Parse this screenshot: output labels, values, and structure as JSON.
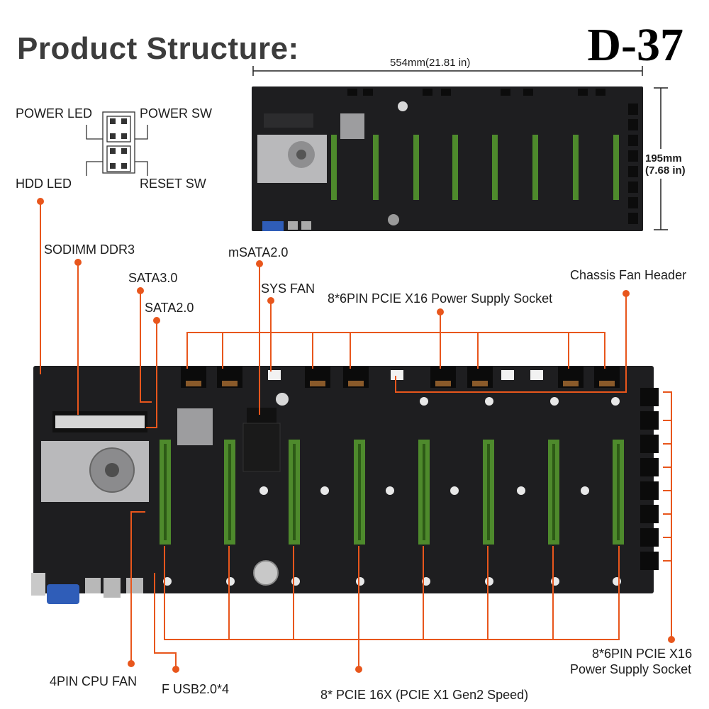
{
  "header": {
    "title": "Product Structure:",
    "model": "D-37"
  },
  "dimensions": {
    "width": "554mm(21.81 in)",
    "height_mm": "195mm",
    "height_in": "(7.68 in)"
  },
  "front_panel": {
    "power_led": "POWER LED",
    "power_sw": "POWER SW",
    "hdd_led": "HDD  LED",
    "reset_sw": "RESET SW"
  },
  "labels": {
    "sodimm": "SODIMM DDR3",
    "sata3": "SATA3.0",
    "sata2": "SATA2.0",
    "msata": "mSATA2.0",
    "sys_fan": "SYS FAN",
    "pcie_power_top": "8*6PIN PCIE X16 Power Supply Socket",
    "chassis_fan": "Chassis Fan Header",
    "pcie_power_right_1": "8*6PIN PCIE X16",
    "pcie_power_right_2": "Power Supply Socket",
    "cpu_fan": "4PIN CPU FAN",
    "usb": "F USB2.0*4",
    "pcie_slots": "8* PCIE 16X (PCIE X1 Gen2 Speed)"
  },
  "colors": {
    "callout": "#e8561c",
    "board": "#1e1e20",
    "slot": "#4e8a2c",
    "heatsink": "#b9b9bb",
    "vga": "#2f5db8"
  },
  "icons": [
    "header-pin-diagram",
    "cpu-fan-icon",
    "vga-port-icon",
    "usb-port-icon",
    "cmos-battery-icon"
  ]
}
